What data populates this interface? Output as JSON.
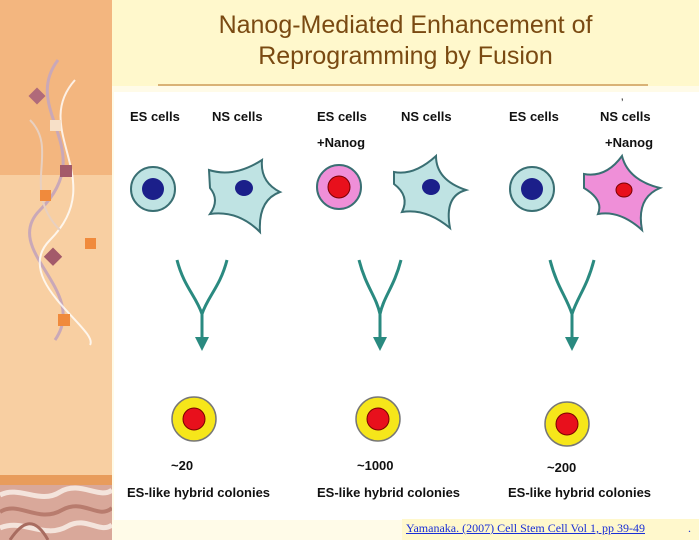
{
  "title": {
    "line1": "Nanog-Mediated Enhancement of",
    "line2": "Reprogramming by Fusion"
  },
  "columns": [
    {
      "left_cell": {
        "label": "ES cells",
        "sublabel": ""
      },
      "right_cell": {
        "label": "NS cells",
        "sublabel": ""
      },
      "count": "~20",
      "result_label": "ES-like hybrid colonies"
    },
    {
      "left_cell": {
        "label": "ES cells",
        "sublabel": "+Nanog"
      },
      "right_cell": {
        "label": "NS cells",
        "sublabel": ""
      },
      "count": "~1000",
      "result_label": "ES-like hybrid colonies"
    },
    {
      "left_cell": {
        "label": "ES cells",
        "sublabel": ""
      },
      "right_cell": {
        "label": "NS cells",
        "sublabel": "+Nanog"
      },
      "count": "~200",
      "result_label": "ES-like hybrid colonies"
    }
  ],
  "stray_mark": "’",
  "citation": {
    "text": "Yamanaka. (2007) Cell Stem Cell Vol 1, pp 39-49",
    "trailing": "."
  },
  "colors": {
    "es_cell_body": "#bfe3e3",
    "es_cell_outline": "#3a6f73",
    "nucleus_plain": "#1b1f8a",
    "nanog_cell_body": "#ef8fd8",
    "nucleus_nanog": "#e8101c",
    "hybrid_ring": "#f6e61a",
    "arrow": "#2a8a80",
    "title": "#7a4a12"
  },
  "icons": {
    "fusion_arrow": "fusion-arrow-icon",
    "sidebar": "ribbon-decoration-icon"
  }
}
